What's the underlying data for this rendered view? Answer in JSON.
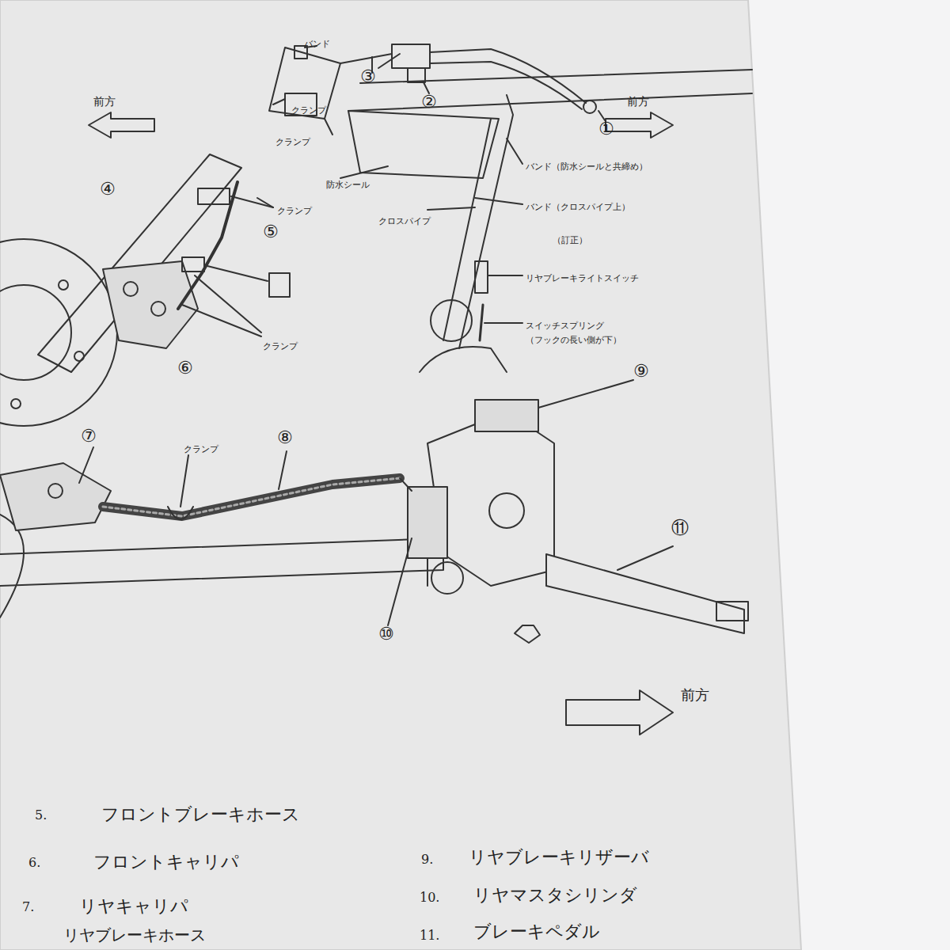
{
  "diagram": {
    "labels": [
      "バンド",
      "クランプ",
      "クランプ",
      "①",
      "②",
      "③",
      "前方",
      "前方",
      "防水シール",
      "バンド（防水シールと共締め）",
      "クロスパイプ",
      "バンド（クロスパイプ上）",
      "（訂正）",
      "④",
      "クランプ",
      "⑤",
      "クランプ",
      "⑥",
      "リヤブレーキライトスイッチ",
      "スイッチスプリング",
      "（フックの長い側が下）",
      "⑨",
      "⑦",
      "クランプ",
      "⑧",
      "⑪",
      "⑩",
      "前方",
      "5.",
      "フロントブレーキホース",
      "6.",
      "フロントキャリパ",
      "7.",
      "リヤキャリパ",
      "リヤブレーキホース",
      "9.",
      "リヤブレーキリザーバ",
      "10.",
      "リヤマスタシリンダ",
      "11.",
      "ブレーキペダル"
    ]
  }
}
